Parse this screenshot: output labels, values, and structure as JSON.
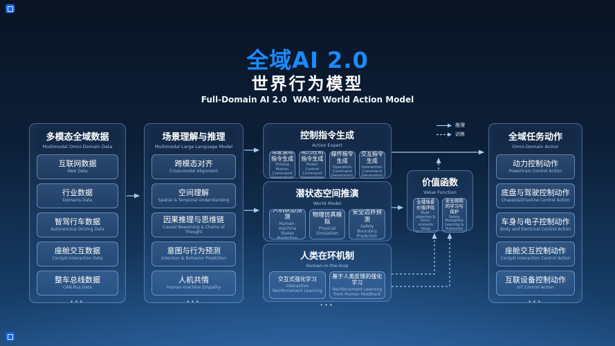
{
  "page": {
    "title": "全域AI 2.0",
    "subtitle": "世界行为模型",
    "tagline": "Full-Domain AI 2.0  WAM: World Action Model"
  },
  "legend": {
    "inference": "推理",
    "training": "训练"
  },
  "columns": {
    "multimodal_data": {
      "title": "多模态全域数据",
      "subtitle": "Multimodal Omni-Domain Data",
      "more": "···",
      "items": [
        {
          "zh": "互联网数据",
          "en": "Web Data"
        },
        {
          "zh": "行业数据",
          "en": "Domains Data"
        },
        {
          "zh": "智驾行车数据",
          "en": "Autonomous Driving Data"
        },
        {
          "zh": "座舱交互数据",
          "en": "Cockpit Interaction Data"
        },
        {
          "zh": "整车总线数据",
          "en": "CAN Bus Data"
        }
      ]
    },
    "scene_understanding": {
      "title": "场景理解与推理",
      "subtitle": "Multimodal Large Language Model",
      "more": "···",
      "items": [
        {
          "zh": "跨模态对齐",
          "en": "Cross-modal Alignment"
        },
        {
          "zh": "空间理解",
          "en": "Spatial & Temporal Understanding"
        },
        {
          "zh": "因果推理与思维链",
          "en": "Causal Reasoning & Chains of Thought"
        },
        {
          "zh": "意图与行为预测",
          "en": "Intention & Behavior Prediction"
        },
        {
          "zh": "人机共情",
          "en": "Human-machine Empathy"
        }
      ]
    },
    "action_expert": {
      "title": "控制指令生成",
      "subtitle": "Action Expert",
      "items": [
        {
          "zh": "驾驶运动指令生成",
          "en": "Driving Motion Command Generation"
        },
        {
          "zh": "动力控制指令生成",
          "en": "Power Control Command Generation"
        },
        {
          "zh": "操作指令生成",
          "en": "Operation Command Generation"
        },
        {
          "zh": "交互指令生成",
          "en": "Interaction Command Generation"
        }
      ]
    },
    "world_model": {
      "title": "潜状态空间推演",
      "subtitle": "World Model",
      "items": [
        {
          "zh": "人机状态预测",
          "en": "Human-machine States Prediction"
        },
        {
          "zh": "物理仿真模拟",
          "en": "Physical Simulation"
        },
        {
          "zh": "安全边界预测",
          "en": "Safety Boundary Prediction"
        }
      ]
    },
    "human_in_the_loop": {
      "title": "人类在环机制",
      "subtitle": "Human-in-the-loop",
      "more": "···",
      "items": [
        {
          "zh": "交互式强化学习",
          "en": "Interactive Reinforcement Learning"
        },
        {
          "zh": "基于人类反馈的强化学习",
          "en": "Reinforcement Learning from Human Feedback"
        }
      ]
    },
    "value_function": {
      "title": "价值函数",
      "subtitle": "Value Function",
      "items": [
        {
          "zh": "多目标与全域场景价值评估",
          "en": "Multi-objective & Omni-scenario Value Estimation"
        },
        {
          "zh": "安全感知的学习与保护",
          "en": "Safety Perception Learning & Protection"
        }
      ]
    },
    "omni_domain_action": {
      "title": "全域任务动作",
      "subtitle": "Omni-Domain Action",
      "more": "···",
      "items": [
        {
          "zh": "动力控制动作",
          "en": "Powertrain Control Action"
        },
        {
          "zh": "底盘与驾驶控制动作",
          "en": "Chassis&Driveline Control Action"
        },
        {
          "zh": "车身与电子控制动作",
          "en": "Body and Electrical Control Action"
        },
        {
          "zh": "座舱交互控制动作",
          "en": "Cockpit Interaction Control Action"
        },
        {
          "zh": "互联设备控制动作",
          "en": "IoT Control Action"
        }
      ]
    }
  },
  "colors": {
    "accent": "#1b8bff",
    "arrow": "#a6c9f0",
    "background_top": "#0a1424",
    "background_bottom": "#1f4d80"
  }
}
